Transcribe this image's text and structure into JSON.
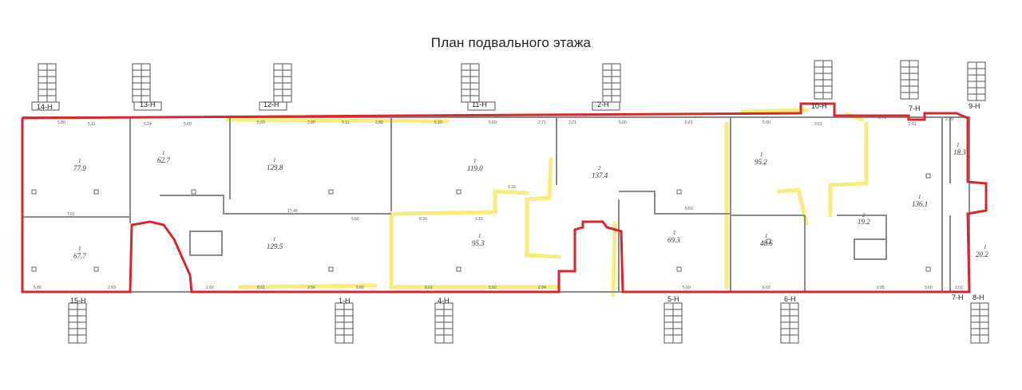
{
  "title": "План подвального этажа",
  "entrances": [
    {
      "id": "e14",
      "label": "14-Н"
    },
    {
      "id": "e13",
      "label": "13-Н"
    },
    {
      "id": "e12",
      "label": "12-Н"
    },
    {
      "id": "e11",
      "label": "11-Н"
    },
    {
      "id": "e2",
      "label": "2-Н"
    },
    {
      "id": "e10",
      "label": "10-Н"
    },
    {
      "id": "e7t",
      "label": "7-Н"
    },
    {
      "id": "e9",
      "label": "9-Н"
    },
    {
      "id": "e15",
      "label": "15-Н"
    },
    {
      "id": "e1",
      "label": "1-Н"
    },
    {
      "id": "e4",
      "label": "4-Н"
    },
    {
      "id": "e5",
      "label": "5-Н"
    },
    {
      "id": "e6",
      "label": "6-Н"
    },
    {
      "id": "e7b",
      "label": "7-Н"
    },
    {
      "id": "e8",
      "label": "8-Н"
    }
  ],
  "rooms": [
    {
      "id": "r1",
      "num": "1",
      "area": "77.9"
    },
    {
      "id": "r2",
      "num": "1",
      "area": "62.7"
    },
    {
      "id": "r3",
      "num": "1",
      "area": "129.8"
    },
    {
      "id": "r4",
      "num": "1",
      "area": "119.0"
    },
    {
      "id": "r5",
      "num": "2",
      "area": "137.4"
    },
    {
      "id": "r6",
      "num": "1",
      "area": "95.2"
    },
    {
      "id": "r7",
      "num": "1",
      "area": "136.1"
    },
    {
      "id": "r8",
      "num": "1",
      "area": "18.3"
    },
    {
      "id": "r9",
      "num": "1",
      "area": "67.7"
    },
    {
      "id": "r10",
      "num": "1",
      "area": "129.5"
    },
    {
      "id": "r11",
      "num": "1",
      "area": "95.3"
    },
    {
      "id": "r12",
      "num": "1",
      "area": "69.3"
    },
    {
      "id": "r13",
      "num": "1",
      "area": "48.6"
    },
    {
      "id": "r14",
      "num": "2",
      "area": "19.2"
    },
    {
      "id": "r15",
      "num": "1",
      "area": "20.2"
    }
  ],
  "dimensions": [
    {
      "id": "d1",
      "text": "5.80"
    },
    {
      "id": "d2",
      "text": "5.11"
    },
    {
      "id": "d3",
      "text": "5.24"
    },
    {
      "id": "d4",
      "text": "5.60"
    },
    {
      "id": "d5",
      "text": "5.60"
    },
    {
      "id": "d6",
      "text": "2.80"
    },
    {
      "id": "d7",
      "text": "3.11"
    },
    {
      "id": "d8",
      "text": "2.80"
    },
    {
      "id": "d9",
      "text": "5.10"
    },
    {
      "id": "d10",
      "text": "5.60"
    },
    {
      "id": "d11",
      "text": "2.71"
    },
    {
      "id": "d12",
      "text": "2.71"
    },
    {
      "id": "d13",
      "text": "5.60"
    },
    {
      "id": "d14",
      "text": "5.61"
    },
    {
      "id": "d15",
      "text": "5.60"
    },
    {
      "id": "d16",
      "text": "2.61"
    },
    {
      "id": "d17",
      "text": "2.79"
    },
    {
      "id": "d18",
      "text": "2.61"
    },
    {
      "id": "d19",
      "text": "2.79"
    },
    {
      "id": "d20",
      "text": "5.80"
    },
    {
      "id": "d21",
      "text": "2.69"
    },
    {
      "id": "d22",
      "text": "2.60"
    },
    {
      "id": "d23",
      "text": "8.61"
    },
    {
      "id": "d24",
      "text": "2.56"
    },
    {
      "id": "d25",
      "text": "5.60"
    },
    {
      "id": "d26",
      "text": "8.61"
    },
    {
      "id": "d27",
      "text": "5.60"
    },
    {
      "id": "d28",
      "text": "2.84"
    },
    {
      "id": "d29",
      "text": "5.60"
    },
    {
      "id": "d30",
      "text": "6.60"
    },
    {
      "id": "d31",
      "text": "2.85"
    },
    {
      "id": "d32",
      "text": "5.60"
    },
    {
      "id": "d33",
      "text": "3.02"
    },
    {
      "id": "d34",
      "text": "17.40"
    },
    {
      "id": "d35",
      "text": "5.60"
    },
    {
      "id": "d36",
      "text": "8.93"
    },
    {
      "id": "d37",
      "text": "3.19"
    },
    {
      "id": "d38",
      "text": "5.60"
    },
    {
      "id": "d39",
      "text": "7.01"
    },
    {
      "id": "d40",
      "text": "3.16"
    }
  ]
}
